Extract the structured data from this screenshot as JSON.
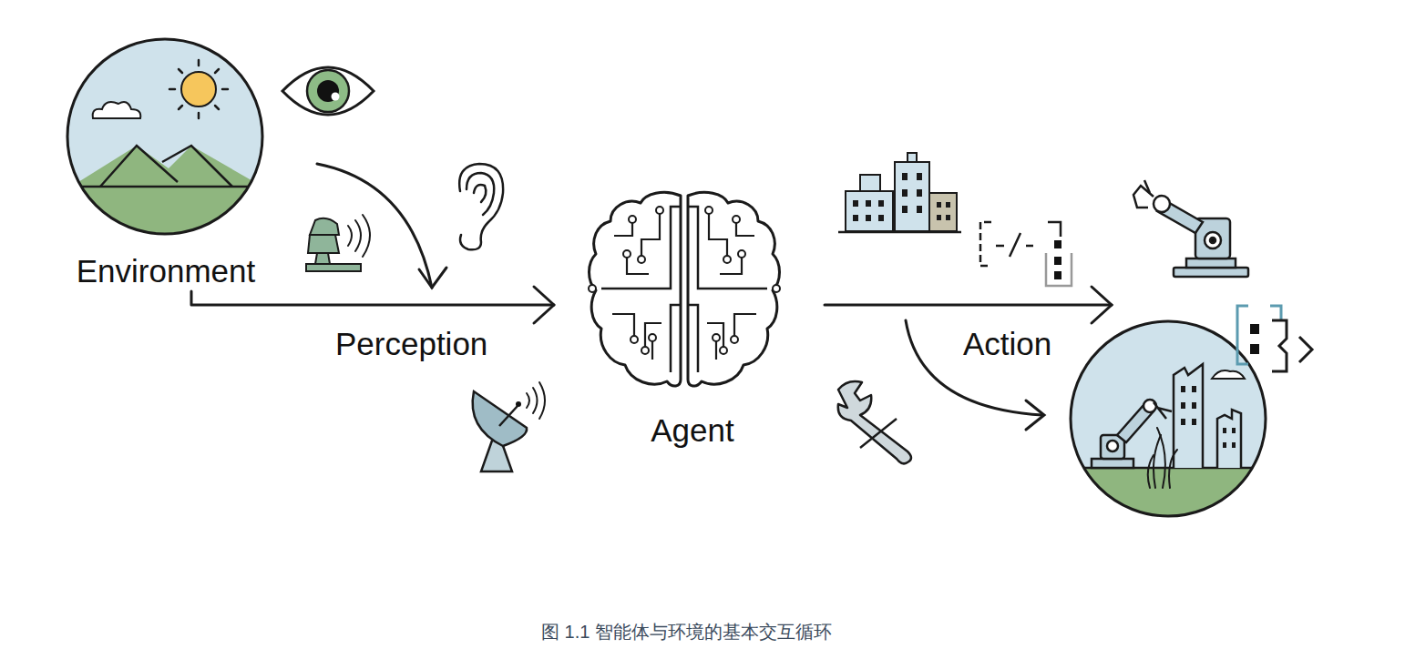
{
  "diagram": {
    "caption": "图 1.1 智能体与环境的基本交互循环",
    "nodes": [
      {
        "text": [
          "Environment"
        ]
      },
      {
        "text": [
          "Agent"
        ]
      }
    ],
    "edges": [
      {
        "from": 0,
        "to": 1,
        "label": "Perception",
        "arrow": "to"
      }
    ],
    "labels": [
      "Action"
    ]
  }
}
